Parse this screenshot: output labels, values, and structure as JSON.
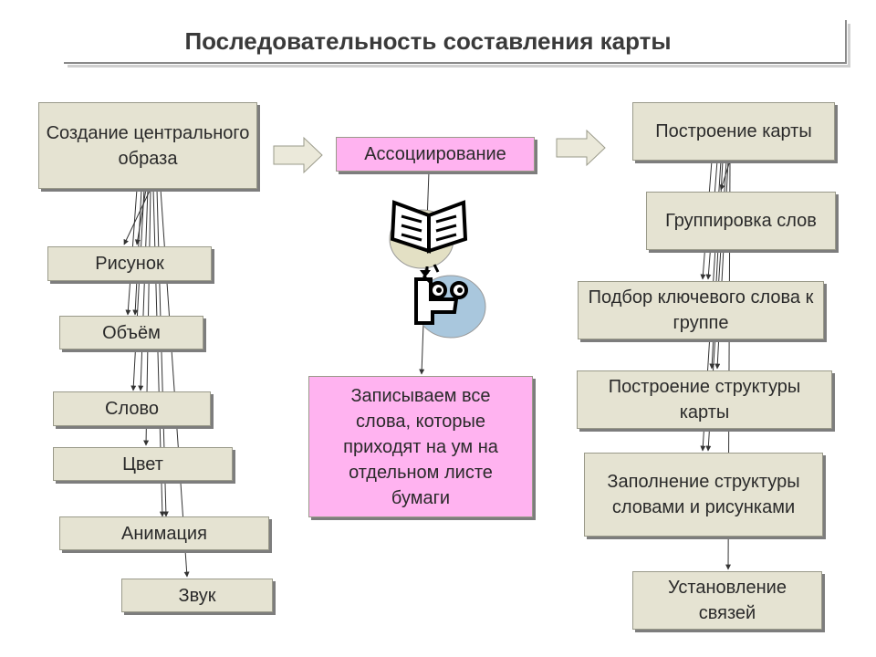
{
  "title": "Последовательность составления карты",
  "colors": {
    "box": "#e5e3d2",
    "highlight": "#ffb3f0",
    "arrow": "#ebe9da"
  },
  "left_column": {
    "top": "Создание центрального образа",
    "items": [
      "Рисунок",
      "Объём",
      "Слово",
      "Цвет",
      "Анимация",
      "Звук"
    ]
  },
  "middle_column": {
    "top": "Ассоциирование",
    "icons": [
      "book-icon",
      "thinking-face-icon"
    ],
    "bottom": "Записываем все слова, которые приходят на ум на отдельном листе бумаги"
  },
  "right_column": {
    "top": "Построение карты",
    "items": [
      "Группировка слов",
      "Подбор ключевого слова к группе",
      "Построение структуры карты",
      "Заполнение структуры словами и рисунками",
      "Установление связей"
    ]
  }
}
